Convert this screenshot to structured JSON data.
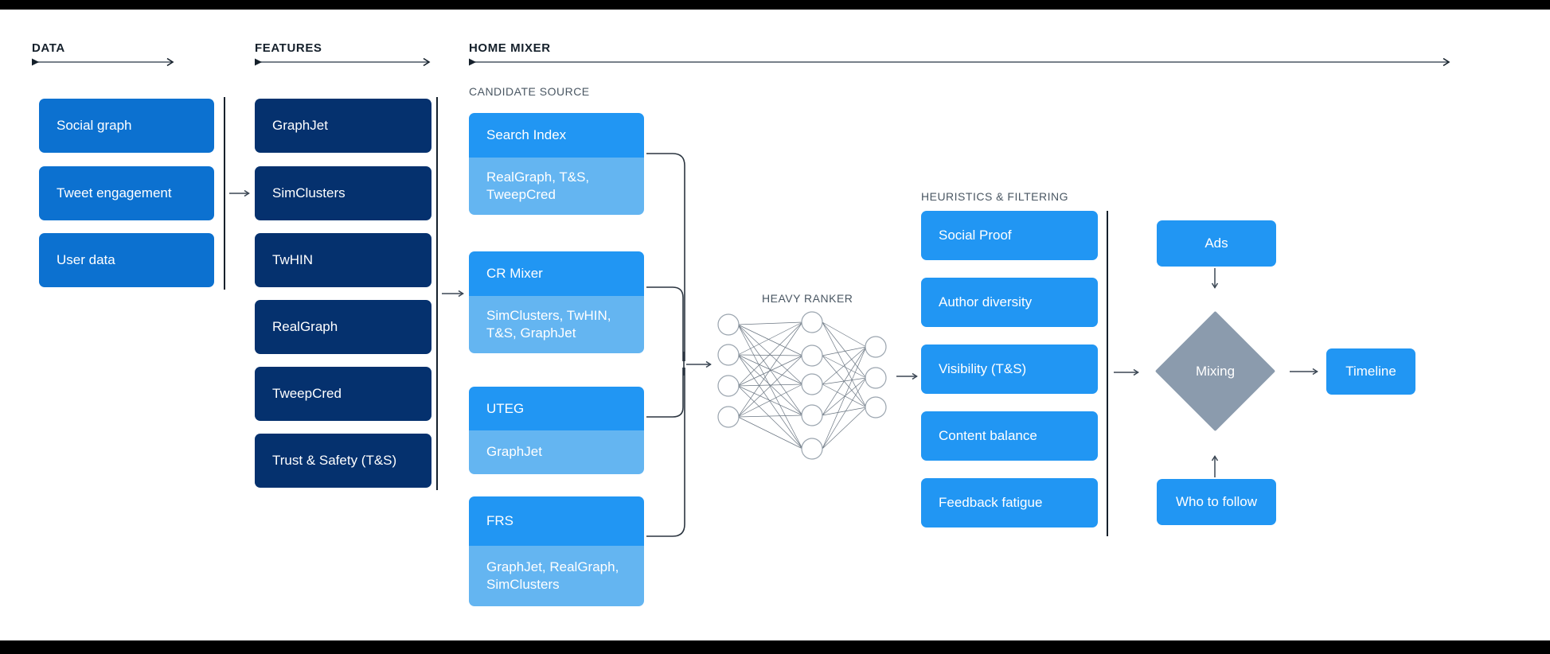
{
  "sections": {
    "data": {
      "title": "DATA"
    },
    "features": {
      "title": "FEATURES"
    },
    "home_mixer": {
      "title": "HOME MIXER"
    },
    "candidate_source": {
      "title": "CANDIDATE SOURCE"
    },
    "heavy_ranker": {
      "title": "HEAVY RANKER"
    },
    "heuristics": {
      "title": "HEURISTICS & FILTERING"
    }
  },
  "data_column": {
    "items": [
      {
        "label": "Social graph"
      },
      {
        "label": "Tweet engagement"
      },
      {
        "label": "User data"
      }
    ]
  },
  "features_column": {
    "items": [
      {
        "label": "GraphJet"
      },
      {
        "label": "SimClusters"
      },
      {
        "label": "TwHIN"
      },
      {
        "label": "RealGraph"
      },
      {
        "label": "TweepCred"
      },
      {
        "label": "Trust & Safety (T&S)"
      }
    ]
  },
  "candidate_sources": {
    "items": [
      {
        "name": "Search Index",
        "features": "RealGraph, T&S, TweepCred"
      },
      {
        "name": "CR Mixer",
        "features": "SimClusters, TwHIN, T&S, GraphJet"
      },
      {
        "name": "UTEG",
        "features": "GraphJet"
      },
      {
        "name": "FRS",
        "features": "GraphJet, RealGraph, SimClusters"
      }
    ]
  },
  "heuristics_column": {
    "items": [
      {
        "label": "Social Proof"
      },
      {
        "label": "Author diversity"
      },
      {
        "label": "Visibility (T&S)"
      },
      {
        "label": "Content balance"
      },
      {
        "label": "Feedback fatigue"
      }
    ]
  },
  "output_stage": {
    "ads": "Ads",
    "mixing": "Mixing",
    "who_to_follow": "Who to follow",
    "timeline": "Timeline"
  },
  "neural_net": {
    "input_nodes": 4,
    "hidden_nodes": 5,
    "output_nodes": 3
  },
  "colors": {
    "data_blue": "#0c71d0",
    "features_navy": "#05316e",
    "candidate_header_blue": "#2196f3",
    "candidate_body_blue": "#64b5f1",
    "heuristic_blue": "#2196f3",
    "mixing_gray": "#8b9bad",
    "rule_dark": "#15202b",
    "label_gray": "#4a5763",
    "background": "#ffffff",
    "letterbox": "#000000"
  }
}
